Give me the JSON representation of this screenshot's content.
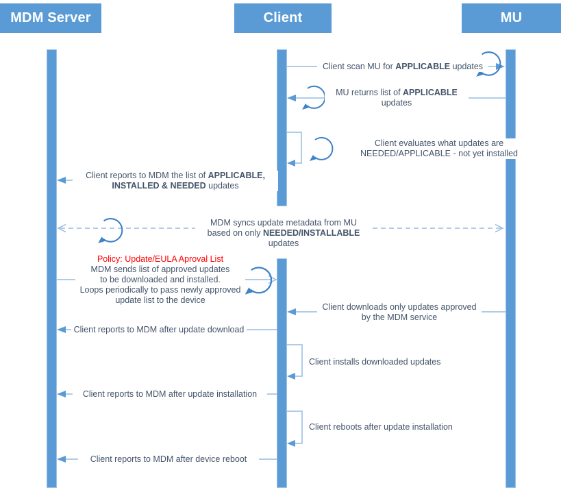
{
  "actors": [
    {
      "label": "MDM Server"
    },
    {
      "label": "Client"
    },
    {
      "label": "MU"
    }
  ],
  "colors": {
    "actor_fill": "#5b9bd5",
    "line": "#96bbe0",
    "loop_icon": "#3e82c8",
    "text": "#44546a",
    "policy_red": "#ff0000"
  },
  "icons": {
    "loop": "loop-arrow-icon"
  },
  "messages": {
    "scan": {
      "pre": "Client scan MU for ",
      "bold": "APPLICABLE",
      "post": " updates"
    },
    "returns": {
      "line1_pre": "MU returns list of ",
      "line1_bold": "APPLICABLE",
      "line2": "updates"
    },
    "evaluate": {
      "line1": "Client evaluates what updates are",
      "line2": "NEEDED/APPLICABLE - not yet installed"
    },
    "report_list": {
      "line1_pre": "Client reports to MDM the list of ",
      "line1_bold": "APPLICABLE,",
      "line2_bold": "INSTALLED & NEEDED",
      "line2_post": " updates"
    },
    "sync": {
      "line1": "MDM syncs update metadata from MU",
      "line2_pre": "based on only ",
      "line2_bold": "NEEDED/INSTALLABLE",
      "line2_post": " updates"
    },
    "policy": {
      "title": "Policy: Update/EULA Aproval List",
      "line1": "MDM sends list of approved updates",
      "line2": "to be downloaded and installed.",
      "line3": "Loops periodically to pass newly approved",
      "line4": "update list to the device"
    },
    "download": {
      "line1": "Client downloads only updates approved",
      "line2": "by the MDM service"
    },
    "report_download": {
      "text": "Client reports to MDM after update download"
    },
    "install": {
      "text": "Client installs downloaded updates"
    },
    "report_install": {
      "text": "Client reports to MDM after update installation"
    },
    "reboot": {
      "text": "Client reboots after update installation"
    },
    "report_reboot": {
      "text": "Client reports to MDM after device reboot"
    }
  }
}
